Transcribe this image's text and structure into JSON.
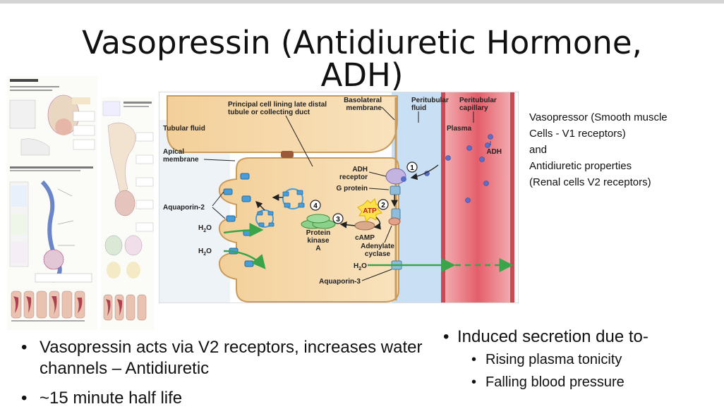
{
  "slide": {
    "title_line1": "Vasopressin (Antidiuretic Hormone,",
    "title_line2": "ADH)"
  },
  "caption": {
    "line1": "Vasopressor (Smooth muscle",
    "line2": "Cells - V1 receptors)",
    "line3": "and",
    "line4": "Antidiuretic properties",
    "line5": "(Renal cells V2 receptors)"
  },
  "bullets_left": [
    "Vasopressin acts via V2 receptors, increases water channels – Antidiuretic",
    "~15 minute half life"
  ],
  "bullets_right": {
    "main": "Induced secretion due to-",
    "sub": [
      "Rising plasma tonicity",
      "Falling blood pressure"
    ]
  },
  "diagram": {
    "principal_cell": "Principal cell lining late distal",
    "principal_cell_2": "tubule or collecting duct",
    "basolateral": "Basolateral",
    "basolateral_2": "membrane",
    "peritubular_fluid": "Peritubular",
    "peritubular_fluid_2": "fluid",
    "peritubular_capillary": "Peritubular",
    "peritubular_capillary_2": "capillary",
    "tubular_fluid": "Tubular fluid",
    "plasma": "Plasma",
    "apical": "Apical",
    "apical_2": "membrane",
    "adh": "ADH",
    "adh_receptor": "ADH",
    "adh_receptor_2": "receptor",
    "g_protein": "G protein",
    "atp": "ATP",
    "aquaporin2": "Aquaporin-2",
    "camp": "cAMP",
    "protein_kinase": "Protein",
    "protein_kinase_2": "kinase",
    "protein_kinase_3": "A",
    "adenylate": "Adenylate",
    "adenylate_2": "cyclase",
    "h2o": "H",
    "h2o_sub": "2",
    "h2o_end": "O",
    "aquaporin3": "Aquaporin-3",
    "step1": "1",
    "step2": "2",
    "step3": "3",
    "step4": "4"
  },
  "colors": {
    "cell": "#f6d8a6",
    "peritubular": "#c9dff3",
    "capillary": "#e6606c",
    "aquaporin": "#4a9ed8",
    "adh_dot": "#5a6fc8",
    "arrow_green": "#3aa44a"
  }
}
